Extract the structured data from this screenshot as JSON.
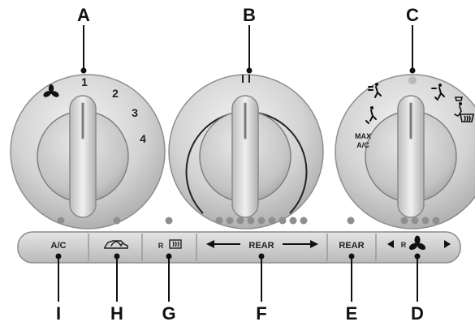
{
  "callouts": {
    "A": "A",
    "B": "B",
    "C": "C",
    "D": "D",
    "E": "E",
    "F": "F",
    "G": "G",
    "H": "H",
    "I": "I"
  },
  "fan_knob": {
    "speeds": [
      "1",
      "2",
      "3",
      "4"
    ]
  },
  "mode_knob": {
    "max_ac_line1": "MAX",
    "max_ac_line2": "A/C"
  },
  "buttons": {
    "ac": "A/C",
    "recirc_r": "R",
    "rear_temp": "REAR",
    "rear_power": "REAR",
    "rear_fan_r": "R"
  },
  "colors": {
    "panel": "#d7d7d7",
    "panel_dark": "#b5b5b5",
    "text": "#111111",
    "indicator": "#8f8f8f"
  }
}
